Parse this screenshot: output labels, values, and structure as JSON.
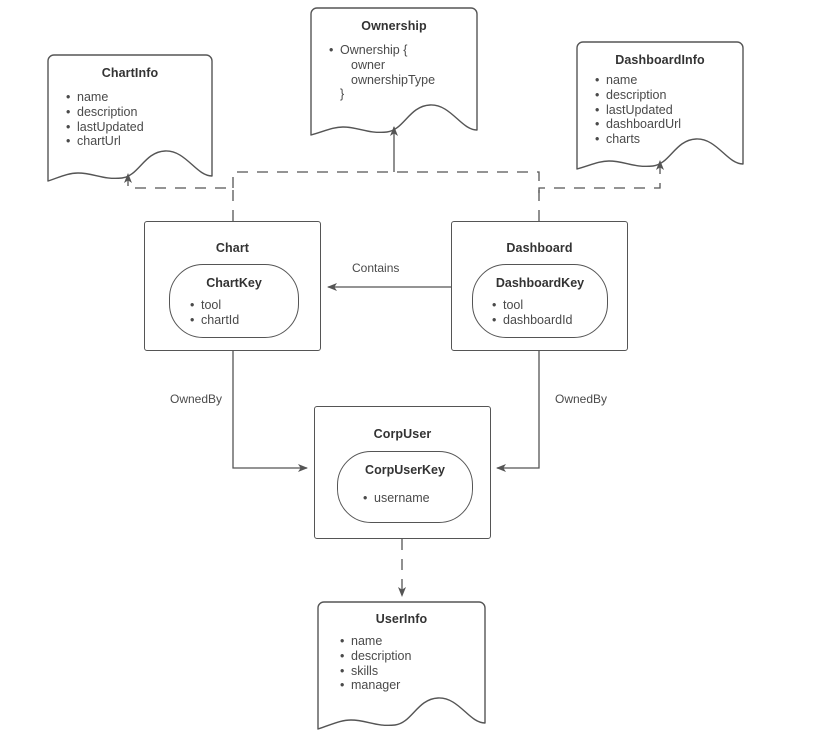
{
  "diagram": {
    "type": "entity-relationship",
    "background_color": "#ffffff",
    "line_color": "#555555",
    "text_color": "#4a4a4a",
    "title_color": "#333333",
    "nodes": {
      "chart_info": {
        "title": "ChartInfo",
        "shape": "document",
        "fields": [
          "name",
          "description",
          "lastUpdated",
          "chartUrl"
        ]
      },
      "ownership": {
        "title": "Ownership",
        "shape": "document",
        "fields": [
          "Ownership {",
          "owner",
          "ownershipType",
          "}"
        ]
      },
      "dashboard_info": {
        "title": "DashboardInfo",
        "shape": "document",
        "fields": [
          "name",
          "description",
          "lastUpdated",
          "dashboardUrl",
          "charts"
        ]
      },
      "chart": {
        "title": "Chart",
        "shape": "rectangle",
        "key": {
          "title": "ChartKey",
          "shape": "stadium",
          "fields": [
            "tool",
            "chartId"
          ]
        }
      },
      "dashboard": {
        "title": "Dashboard",
        "shape": "rectangle",
        "key": {
          "title": "DashboardKey",
          "shape": "stadium",
          "fields": [
            "tool",
            "dashboardId"
          ]
        }
      },
      "corp_user": {
        "title": "CorpUser",
        "shape": "rectangle",
        "key": {
          "title": "CorpUserKey",
          "shape": "stadium",
          "fields": [
            "username"
          ]
        }
      },
      "user_info": {
        "title": "UserInfo",
        "shape": "document",
        "fields": [
          "name",
          "description",
          "skills",
          "manager"
        ]
      }
    },
    "edges": [
      {
        "from": "dashboard",
        "to": "chart",
        "label": "Contains",
        "style": "solid"
      },
      {
        "from": "chart",
        "to": "corp_user",
        "label": "OwnedBy",
        "style": "solid"
      },
      {
        "from": "dashboard",
        "to": "corp_user",
        "label": "OwnedBy",
        "style": "solid"
      },
      {
        "from": "chart",
        "to": "chart_info",
        "label": "",
        "style": "dashed"
      },
      {
        "from": "chart",
        "to": "ownership",
        "label": "",
        "style": "dashed"
      },
      {
        "from": "dashboard",
        "to": "ownership",
        "label": "",
        "style": "dashed"
      },
      {
        "from": "dashboard",
        "to": "dashboard_info",
        "label": "",
        "style": "dashed"
      },
      {
        "from": "corp_user",
        "to": "user_info",
        "label": "",
        "style": "dashed"
      }
    ],
    "edge_labels": {
      "contains": "Contains",
      "owned_by_left": "OwnedBy",
      "owned_by_right": "OwnedBy"
    }
  }
}
